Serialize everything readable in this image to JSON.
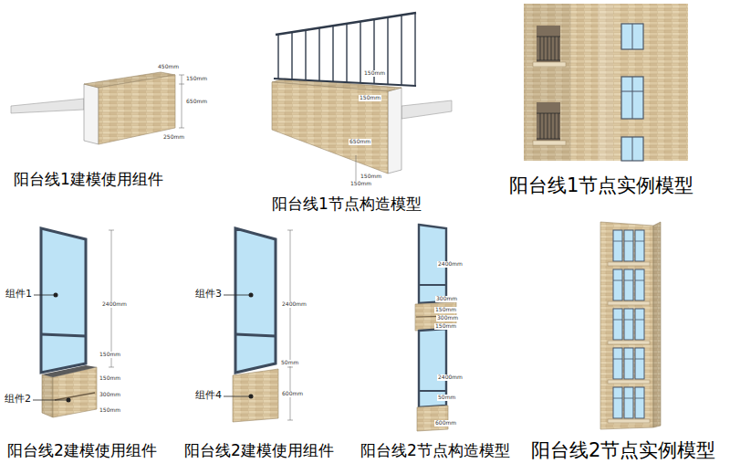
{
  "diagram": {
    "labels": [
      "450mm",
      "150mm",
      "650mm",
      "250mm",
      "阳台线1建模使用组件",
      "150mm",
      "150mm",
      "650mm",
      "150mm",
      "150mm",
      "阳台线1节点构造模型",
      "阳台线1节点实例模型",
      "组件1",
      "2400mm",
      "150mm",
      "150mm",
      "300mm",
      "150mm",
      "组件2",
      "阳台线2建模使用组件",
      "组件3",
      "2400mm",
      "50mm",
      "组件4",
      "600mm",
      "阳台线2建模使用组件",
      "2400mm",
      "300mm",
      "150mm",
      "300mm",
      "150mm",
      "2400mm",
      "50mm",
      "600mm",
      "阳台线2节点构造模型",
      "阳台线2节点实例模型"
    ]
  }
}
